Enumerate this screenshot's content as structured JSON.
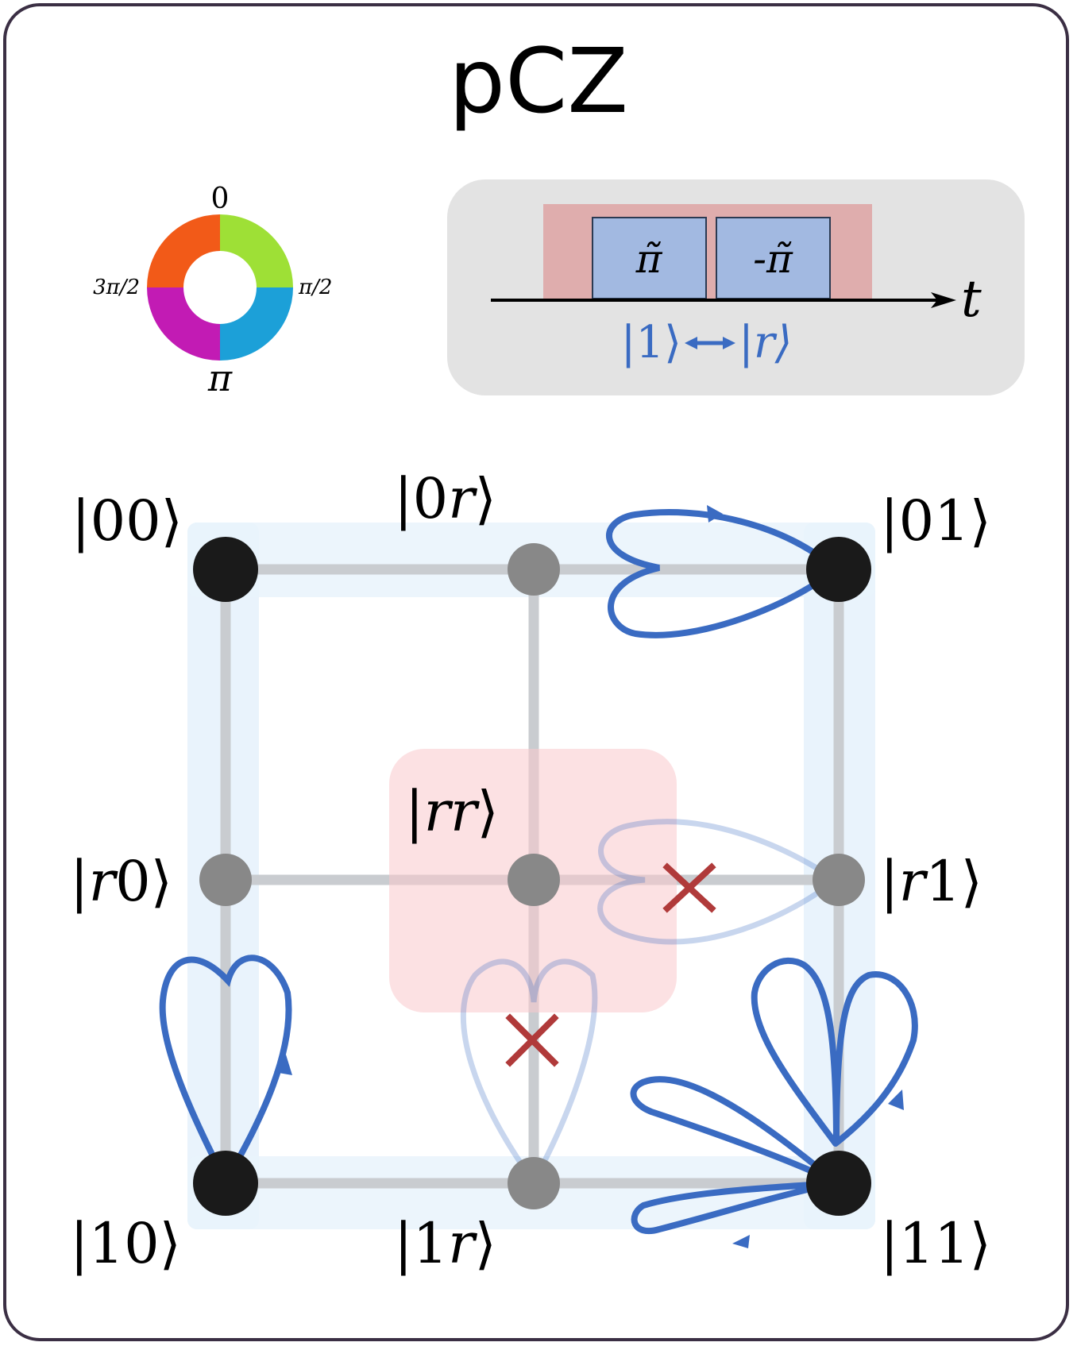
{
  "title": "pCZ",
  "phase_wheel": {
    "labels": {
      "top": "0",
      "right": "π/2",
      "bottom": "π",
      "left": "3π/2"
    }
  },
  "pulse_panel": {
    "pulse1_label": "π̃",
    "pulse2_label": "-π̃",
    "axis_label": "t",
    "transition_left": "|1⟩",
    "transition_right": "|r⟩",
    "colors": {
      "background": "#e3e3e3",
      "envelope": "#dfadad",
      "pulse": "#a2b9e1",
      "transition": "#3a6bc2"
    }
  },
  "states": {
    "s00": {
      "prefix": "|",
      "body": "00",
      "suffix": "⟩"
    },
    "s0r": {
      "prefix": "|0",
      "body": "r",
      "suffix": "⟩"
    },
    "s01": {
      "prefix": "|",
      "body": "01",
      "suffix": "⟩"
    },
    "sr0": {
      "prefix": "|",
      "body": "r",
      "suffix": "0⟩"
    },
    "srr": {
      "prefix": "|",
      "body": "rr",
      "suffix": "⟩"
    },
    "sr1": {
      "prefix": "|",
      "body": "r",
      "suffix": "1⟩"
    },
    "s10": {
      "prefix": "|",
      "body": "10",
      "suffix": "⟩"
    },
    "s1r": {
      "prefix": "|1",
      "body": "r",
      "suffix": "⟩"
    },
    "s11": {
      "prefix": "|",
      "body": "11",
      "suffix": "⟩"
    }
  },
  "colors": {
    "computational_node": "#1a1a1a",
    "rydberg_node": "#888888",
    "edge": "#c9ccd0",
    "highlight": "#e9f3fc",
    "blockade": "#fcdfe1",
    "trajectory": "#3a6bc2",
    "blocked_mark": "#b03a3a"
  }
}
